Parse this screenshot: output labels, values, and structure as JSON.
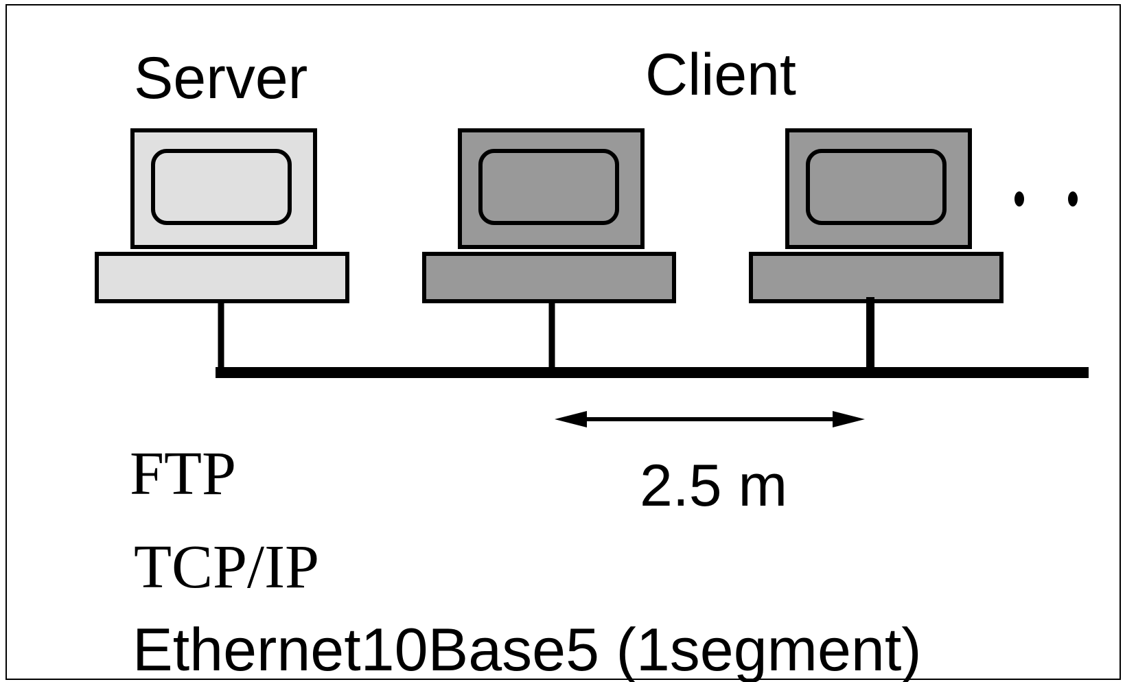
{
  "labels": {
    "server": "Server",
    "client": "Client",
    "distance": "2.5 m",
    "ellipsis": "• •"
  },
  "protocol_stack": {
    "application": "FTP",
    "transport": "TCP/IP",
    "physical": "Ethernet10Base5 (1segment)"
  },
  "colors": {
    "server_fill": "#e0e0e0",
    "client_fill": "#999999",
    "line": "#000000",
    "frame": "#000000",
    "background": "#ffffff"
  },
  "computers": [
    {
      "role": "server"
    },
    {
      "role": "client"
    },
    {
      "role": "client"
    }
  ]
}
